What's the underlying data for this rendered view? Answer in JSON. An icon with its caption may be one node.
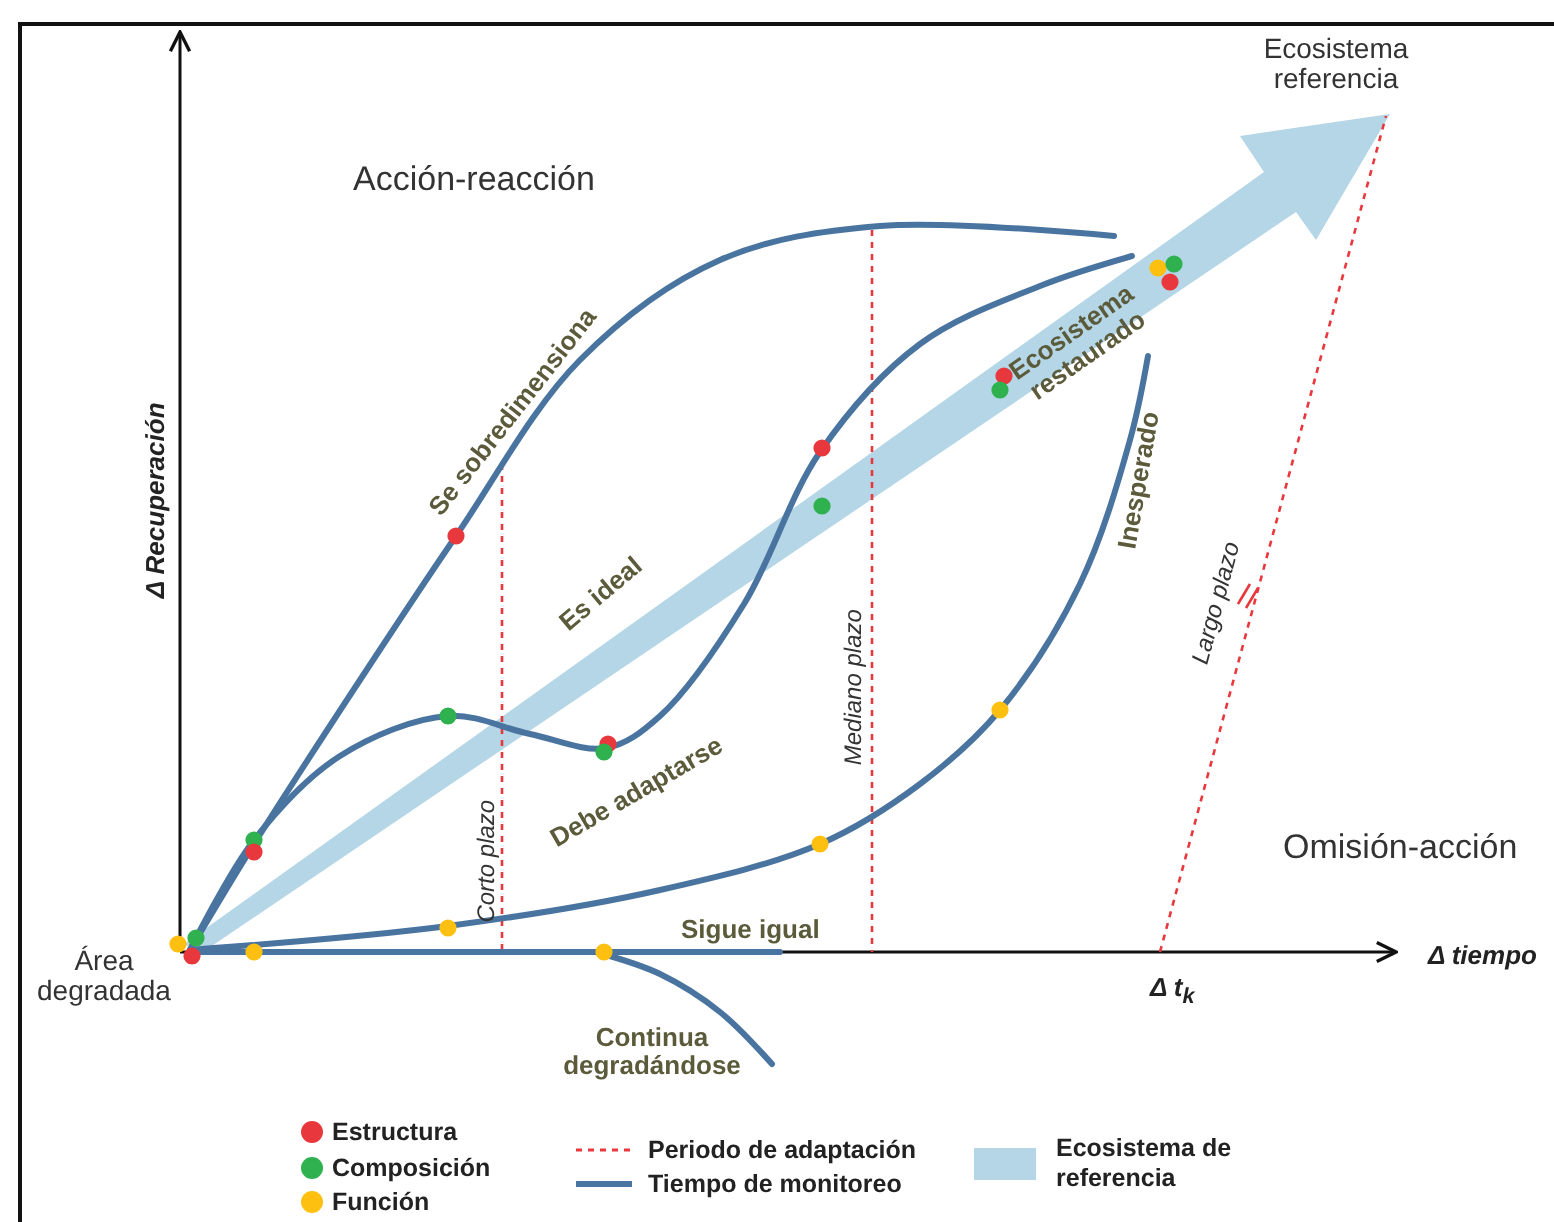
{
  "diagram": {
    "labels": [
      "Ecosistema referencia",
      "Acción-reacción",
      "Δ Recuperación",
      "Se sobredimensiona",
      "Ecosistema restaurado",
      "Es ideal",
      "Inesperado",
      "Largo plazo",
      "Debe adaptarse",
      "Mediano plazo",
      "Corto plazo",
      "Omisión-acción",
      "Área degradada",
      "Sigue igual",
      "Δ tiempo",
      "Δ t$_{k}$",
      "Continua degradándose"
    ],
    "legend": [
      {
        "text": "Estructura",
        "color": "#e8383d"
      },
      {
        "text": "Composición",
        "color": "#2fb14f"
      },
      {
        "text": "Función",
        "color": "#fdc010"
      },
      {
        "text": "Periodo de adaptación"
      },
      {
        "text": "Tiempo de monitoreo"
      },
      {
        "text": "Ecosistema de referencia",
        "color": "#b4d6e6"
      }
    ]
  }
}
